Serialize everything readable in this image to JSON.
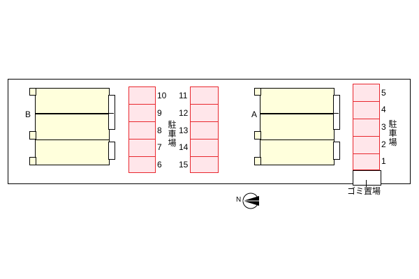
{
  "buildings": [
    {
      "id": "building-b",
      "label": "B"
    },
    {
      "id": "building-a",
      "label": "A"
    }
  ],
  "parking": {
    "label": "駐車場",
    "column_1_numbers": [
      "10",
      "9",
      "8",
      "7",
      "6"
    ],
    "column_2_numbers": [
      "11",
      "12",
      "13",
      "14",
      "15"
    ],
    "column_3_numbers": [
      "5",
      "4",
      "3",
      "2",
      "1"
    ]
  },
  "trash_area": {
    "label": "ゴミ置場"
  },
  "compass": {
    "letter": "N",
    "direction": "west"
  },
  "colors": {
    "building_fill": "#ffffdc",
    "parking_stroke": "#e8262d",
    "parking_fill": "#ffe6ea"
  }
}
